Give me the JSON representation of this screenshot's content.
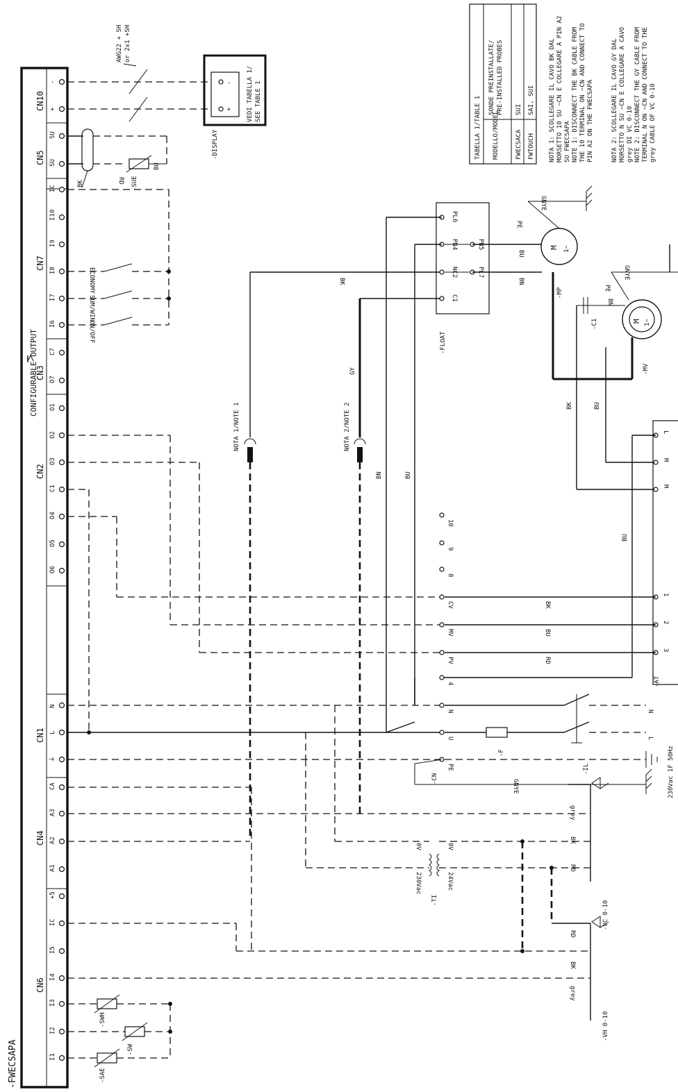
{
  "controller": {
    "name": "-FWECSAPA",
    "configurable_output": "CONFIGURABLE OUTPUT",
    "connectors": {
      "cn10": {
        "label": "CN10",
        "pins": [
          "-",
          "+"
        ]
      },
      "cn5": {
        "label": "CN5",
        "pins": [
          "SU",
          "SU"
        ]
      },
      "cn7": {
        "label": "CN7",
        "pins": [
          "IC",
          "I10",
          "I9",
          "I8",
          "I7",
          "I6"
        ]
      },
      "cn3": {
        "label": "CN3",
        "pins": [
          "C7",
          "O7"
        ]
      },
      "cn2": {
        "label": "CN2",
        "pins": [
          "O1",
          "O2",
          "O3",
          "C1",
          "O4",
          "O5",
          "O6"
        ]
      },
      "cn1": {
        "label": "CN1",
        "pins": [
          "N",
          "L",
          "⏚"
        ]
      },
      "cn4": {
        "label": "CN4",
        "pins": [
          "CA",
          "A3",
          "A2",
          "A1"
        ]
      },
      "cn6": {
        "label": "CN6",
        "pins": [
          "+5",
          "IC",
          "I5",
          "I4",
          "I3",
          "I2",
          "I1"
        ]
      }
    }
  },
  "cable_note": {
    "line1": "AWG22 + SH",
    "line2": "or 2x1 +SH"
  },
  "display": {
    "name": "-DISPLAY",
    "text1": "VEDI TABELLA 1/",
    "text2": "SEE TABLE 1",
    "pin_minus": "-",
    "pin_plus": "+"
  },
  "table": {
    "title": "TABELLA 1/TABLE 1",
    "header_model": "MODELLO/MODEL",
    "header_probes_1": "SONDE PREINSTALLATE/",
    "header_probes_2": "PRE-INSTALLED PROBES",
    "rows": [
      {
        "model": "FWECSACA",
        "probes": "SUI"
      },
      {
        "model": "FWTOUCH",
        "probes": "SAI, SUI"
      }
    ]
  },
  "notes": {
    "note1": [
      "NOTA 1: SCOLLEGARE IL CAVO BK DAL",
      "MORSETTO 10 SU ~CN E COLLEGARE A PIN A2",
      "SU FWECSAPA",
      "NOTE 1: DISCONNECT THE BK CABLE FROM",
      "THE 10 TERMINAL ON ~CN AND CONNECT TO",
      "PIN A2 ON THE FWECSAPA"
    ],
    "note2": [
      "NOTA 2: SCOLLEGARE IL CAVO GY DAL",
      "MORSETTO N SU ~CN E COLLEGARE A CAVO",
      "grey DI VC 0-10",
      "NOTE 2: DISCONNECT THE GY CABLE FROM",
      "TERMINAL N ON ~CN AND CONNECT TO THE",
      "grey CABLE OF VC 0-10"
    ]
  },
  "inputs": {
    "economy": "ECONOMY",
    "summer_winter": "SUM/WIN",
    "on_off": "ON/OFF"
  },
  "labels": {
    "bk": "BK",
    "bu": "BU",
    "rd": "RD",
    "gy": "GY",
    "bn": "BN",
    "gnye": "GNYE",
    "pe": "PE",
    "grey": "grey",
    "note1_tag": "NOTA 1/NOTE 1",
    "note2_tag": "NOTA 2/NOTE 2",
    "sue": "-SUE",
    "swh": "-SWH",
    "sw": "-SW",
    "sae": "-SAE",
    "float": "-FLOAT",
    "mp": "-MP",
    "mv": "-MV",
    "c1": "-C1",
    "motor": "M",
    "motor_phase": "1~",
    "fuse": "-F",
    "switch": "-IL",
    "cn": "-CN",
    "at": "-AT",
    "transformer": "-TI",
    "v230": "230Vac",
    "v24": "24Vac",
    "ov1": "0V",
    "ov2": "0V",
    "vc": "-VC 0-10",
    "vh": "-VH 0-10",
    "supply": "230Vac 1F 50Hz",
    "terminal_n": "N",
    "terminal_l": "L"
  },
  "float_pins": [
    "PL6",
    "PN4",
    "NC2",
    "C1",
    "PN5",
    "PL7"
  ],
  "terminal_block": [
    "CV",
    "MV",
    "PV",
    "4",
    "N",
    "U",
    "PE"
  ],
  "terminal_numbers": [
    "10",
    "9",
    "8"
  ],
  "at_pins": [
    "L",
    "M",
    "M",
    "1",
    "2",
    "3"
  ]
}
